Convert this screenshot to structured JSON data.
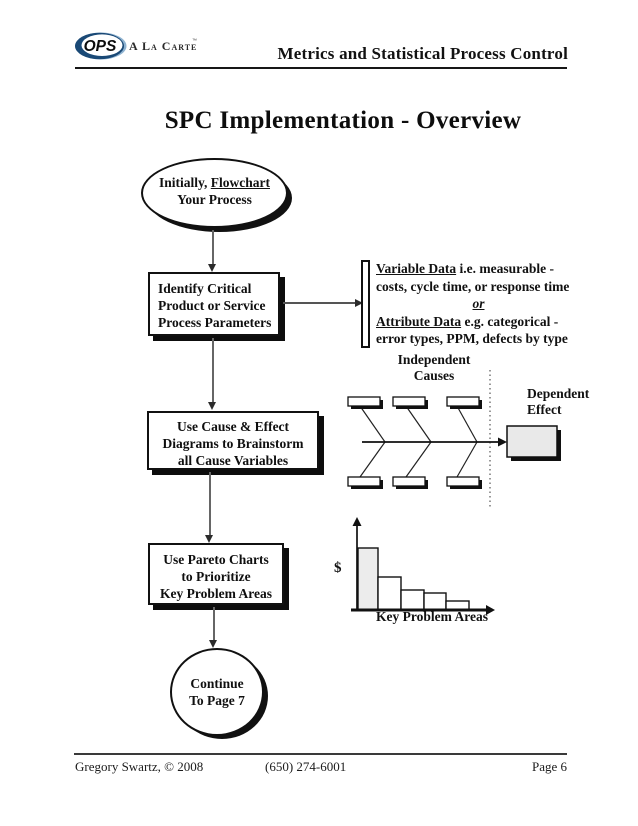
{
  "header": {
    "logo_ops": "OPS",
    "logo_brand": "A La Carte",
    "logo_tm": "™",
    "doc_title": "Metrics and Statistical Process Control"
  },
  "slide": {
    "title": "SPC Implementation - Overview"
  },
  "flow": {
    "start": {
      "pre": "Initially, ",
      "underlined": "Flowchart",
      "line2": "Your Process"
    },
    "identify": {
      "l1": "Identify Critical",
      "l2": "Product or Service",
      "l3": "Process Parameters"
    },
    "note": {
      "u1": "Variable Data",
      "r1": " i.e. measurable -",
      "l2": "costs, cycle time, or response time",
      "or": "or",
      "u2": "Attribute Data",
      "r2": " e.g.  categorical -",
      "l5": "error types, PPM, defects by type"
    },
    "causeeffect": {
      "l1": "Use Cause & Effect",
      "l2": "Diagrams to Brainstorm",
      "l3": "all Cause Variables"
    },
    "pareto": {
      "l1": "Use Pareto Charts",
      "l2": "to Prioritize",
      "l3": "Key Problem Areas"
    },
    "end": {
      "l1": "Continue",
      "l2": "To Page  7"
    }
  },
  "fishbone": {
    "causes_l1": "Independent",
    "causes_l2": "Causes",
    "effect_l1": "Dependent",
    "effect_l2": "Effect",
    "n_cause_boxes_top": 3,
    "n_cause_boxes_bottom": 3
  },
  "chart_data": {
    "type": "bar",
    "title": "",
    "xlabel": "Key Problem Areas",
    "ylabel": "$",
    "values": [
      62,
      33,
      20,
      17,
      9
    ],
    "ylim": [
      0,
      70
    ],
    "tick_labels": "none",
    "grid": false,
    "first_bar_fill": "#ececec",
    "other_bar_fill": "#ffffff",
    "bar_widths": [
      20,
      23,
      23,
      22,
      23
    ],
    "plot": {
      "x0": 28,
      "baseline": 94
    }
  },
  "footer": {
    "left": "Gregory  Swartz, © 2008",
    "center": "(650) 274-6001",
    "right": "Page 6"
  },
  "colors": {
    "logo_navy": "#1a4976",
    "logo_light": "#8fb3d1",
    "shadow": "#0d0d0d"
  }
}
